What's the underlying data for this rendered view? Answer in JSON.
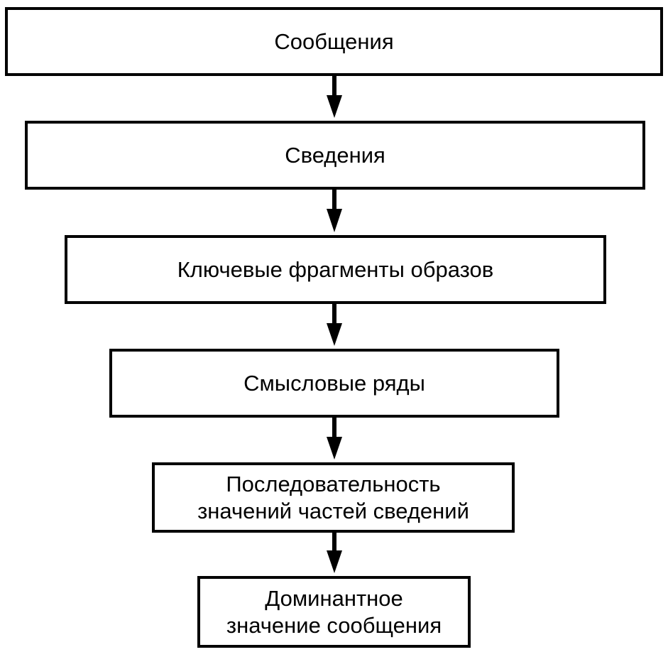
{
  "diagram": {
    "nodes": [
      {
        "id": "b1",
        "label": "Сообщения"
      },
      {
        "id": "b2",
        "label": "Сведения"
      },
      {
        "id": "b3",
        "label": "Ключевые фрагменты образов"
      },
      {
        "id": "b4",
        "label": "Смысловые ряды"
      },
      {
        "id": "b5",
        "label": "Последовательность\nзначений частей сведений"
      },
      {
        "id": "b6",
        "label": "Доминантное\nзначение сообщения"
      }
    ],
    "edges": [
      {
        "from": "b1",
        "to": "b2"
      },
      {
        "from": "b2",
        "to": "b3"
      },
      {
        "from": "b3",
        "to": "b4"
      },
      {
        "from": "b4",
        "to": "b5"
      },
      {
        "from": "b5",
        "to": "b6"
      }
    ]
  }
}
